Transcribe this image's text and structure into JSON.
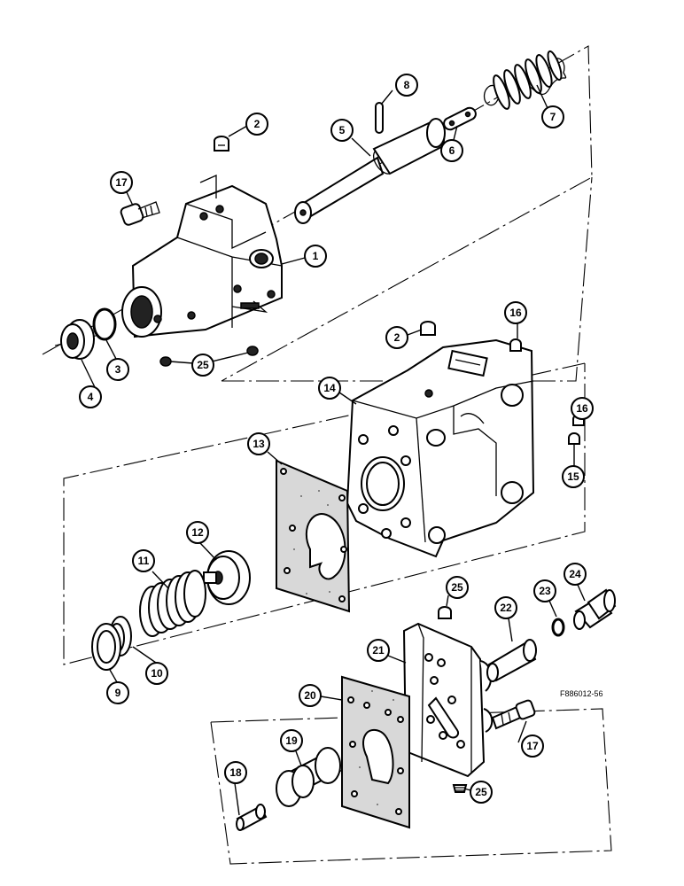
{
  "figure_ref": "F886012-56",
  "callouts": [
    {
      "label": "1"
    },
    {
      "label": "2"
    },
    {
      "label": "3"
    },
    {
      "label": "4"
    },
    {
      "label": "5"
    },
    {
      "label": "6"
    },
    {
      "label": "7"
    },
    {
      "label": "8"
    },
    {
      "label": "17"
    },
    {
      "label": "25"
    },
    {
      "label": "2"
    },
    {
      "label": "16"
    },
    {
      "label": "14"
    },
    {
      "label": "16"
    },
    {
      "label": "15"
    },
    {
      "label": "13"
    },
    {
      "label": "12"
    },
    {
      "label": "11"
    },
    {
      "label": "10"
    },
    {
      "label": "9"
    },
    {
      "label": "25"
    },
    {
      "label": "24"
    },
    {
      "label": "23"
    },
    {
      "label": "22"
    },
    {
      "label": "21"
    },
    {
      "label": "20"
    },
    {
      "label": "19"
    },
    {
      "label": "18"
    },
    {
      "label": "17"
    },
    {
      "label": "25"
    }
  ]
}
